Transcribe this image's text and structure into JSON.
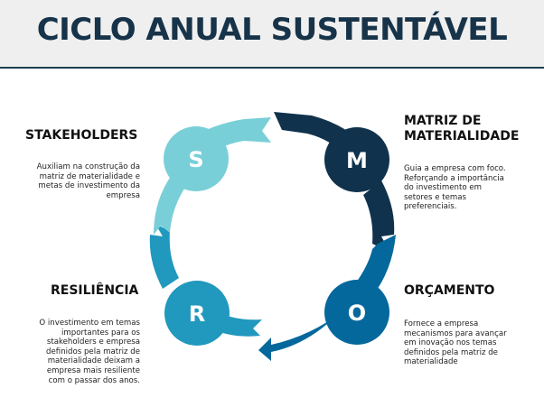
{
  "title": "CICLO ANUAL SUSTENTÁVEL",
  "nodes": {
    "s": {
      "letter": "S",
      "color": "#79cfd8"
    },
    "m": {
      "letter": "M",
      "color": "#10324c"
    },
    "o": {
      "letter": "O",
      "color": "#04689d"
    },
    "r": {
      "letter": "R",
      "color": "#2198bd"
    }
  },
  "sections": {
    "stakeholders": {
      "heading": "STAKEHOLDERS",
      "lines": [
        "Auxiliam na construção da",
        "matriz de materialidade e",
        "metas de investimento da",
        "empresa"
      ]
    },
    "matriz": {
      "heading_lines": [
        "MATRIZ DE",
        "MATERIALIDADE"
      ],
      "lines": [
        "Guia a empresa com foco.",
        "Reforçando a importância",
        "do investimento em",
        "setores e temas",
        "preferenciais."
      ]
    },
    "orcamento": {
      "heading": "ORÇAMENTO",
      "lines": [
        "Fornece a empresa",
        "mecanismos para avançar",
        "em inovação nos temas",
        "definidos pela matriz de",
        "materialidade"
      ]
    },
    "resiliencia": {
      "heading": "RESILIÊNCIA",
      "lines": [
        "O investimento em temas",
        "importantes para os",
        "stakeholders e empresa",
        "definidos pela matriz de",
        "materialidade deixam a",
        "empresa mais resiliente",
        "com o passar dos anos."
      ]
    }
  }
}
